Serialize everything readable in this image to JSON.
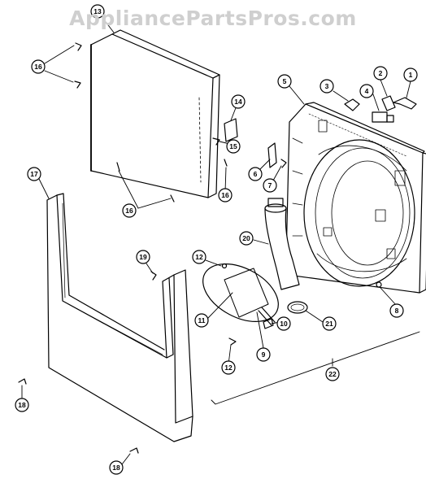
{
  "watermark": "AppliancePartsPros.com",
  "callouts": {
    "c1": "1",
    "c2": "2",
    "c3": "3",
    "c4": "4",
    "c5": "5",
    "c6": "6",
    "c7": "7",
    "c8": "8",
    "c9": "9",
    "c10": "10",
    "c11": "11",
    "c12a": "12",
    "c12b": "12",
    "c13": "13",
    "c14": "14",
    "c15": "15",
    "c16a": "16",
    "c16b": "16",
    "c16c": "16",
    "c17": "17",
    "c18a": "18",
    "c18b": "18",
    "c19": "19",
    "c20": "20",
    "c21": "21",
    "c22": "22"
  }
}
